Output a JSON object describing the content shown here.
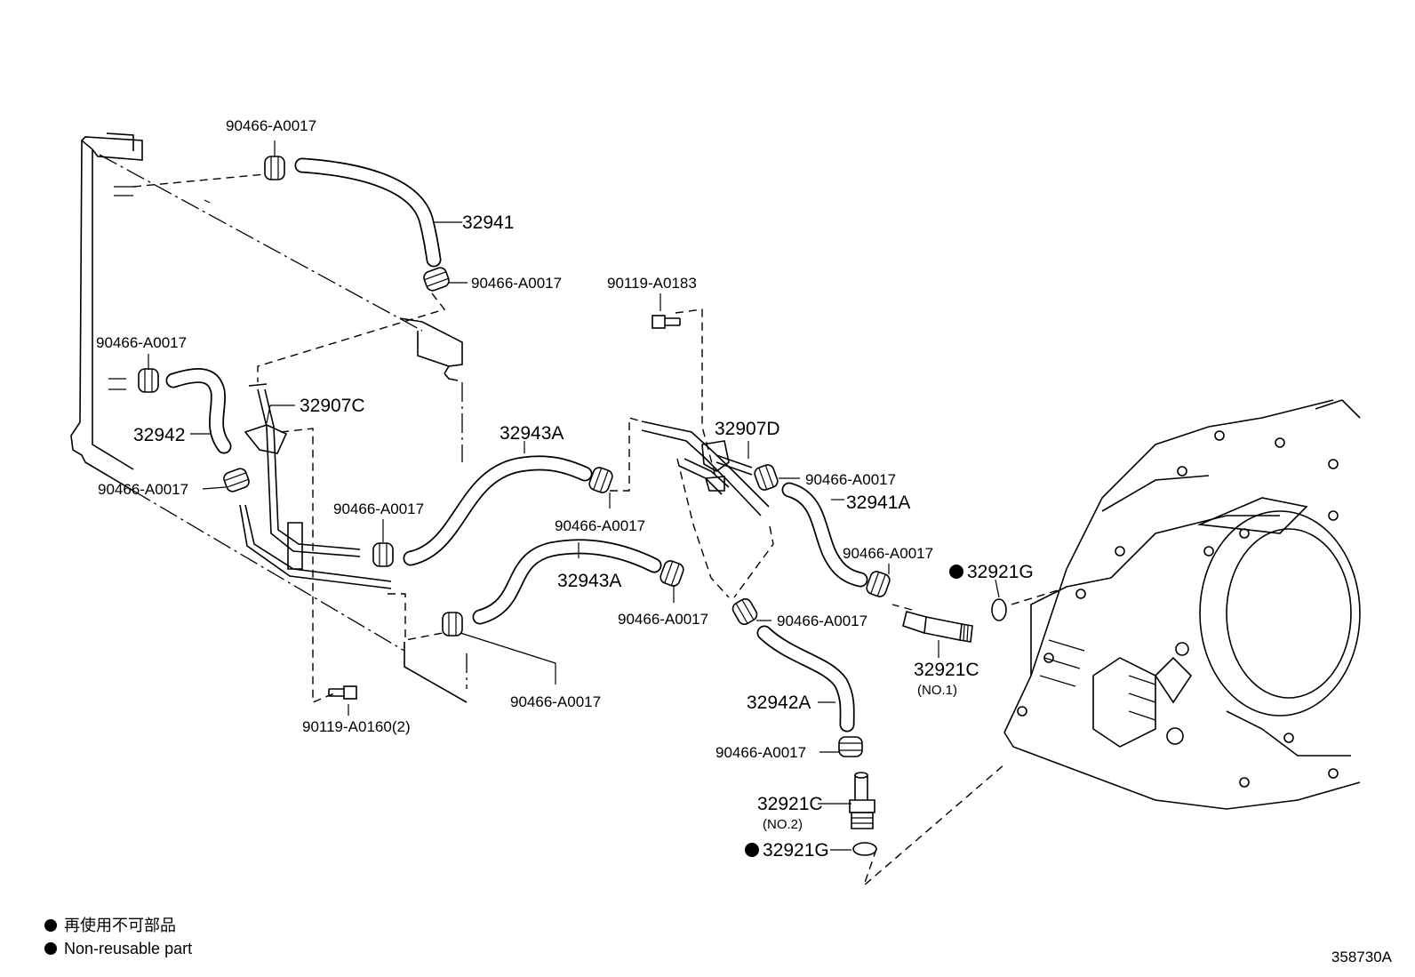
{
  "parts": {
    "clamp_top": "90466-A0017",
    "hose_32941": "32941",
    "clamp_32941_lower": "90466-A0017",
    "bolt_90119_a0183": "90119-A0183",
    "clamp_left": "90466-A0017",
    "pipe_32907c": "32907C",
    "hose_32942": "32942",
    "clamp_left_lower": "90466-A0017",
    "hose_32943a_upper": "32943A",
    "clamp_center": "90466-A0017",
    "clamp_32943a_end": "90466-A0017",
    "hose_32943a_lower": "32943A",
    "clamp_32943a_lower_end": "90466-A0017",
    "clamp_bottom_left": "90466-A0017",
    "bolt_90119_a0160": "90119-A0160(2)",
    "pipe_32907d": "32907D",
    "clamp_32907d": "90466-A0017",
    "hose_32941a": "32941A",
    "clamp_32941a_end": "90466-A0017",
    "oring_32921g_upper": "32921G",
    "union_32921c_no1": "32921C",
    "union_32921c_no1_note": "(NO.1)",
    "clamp_32942a_top": "90466-A0017",
    "hose_32942a": "32942A",
    "clamp_32942a_bottom": "90466-A0017",
    "union_32921c_no2": "32921C",
    "union_32921c_no2_note": "(NO.2)",
    "oring_32921g_lower": "32921G"
  },
  "legend": {
    "japanese": "再使用不可部品",
    "english": "Non-reusable part"
  },
  "reference_code": "358730A"
}
